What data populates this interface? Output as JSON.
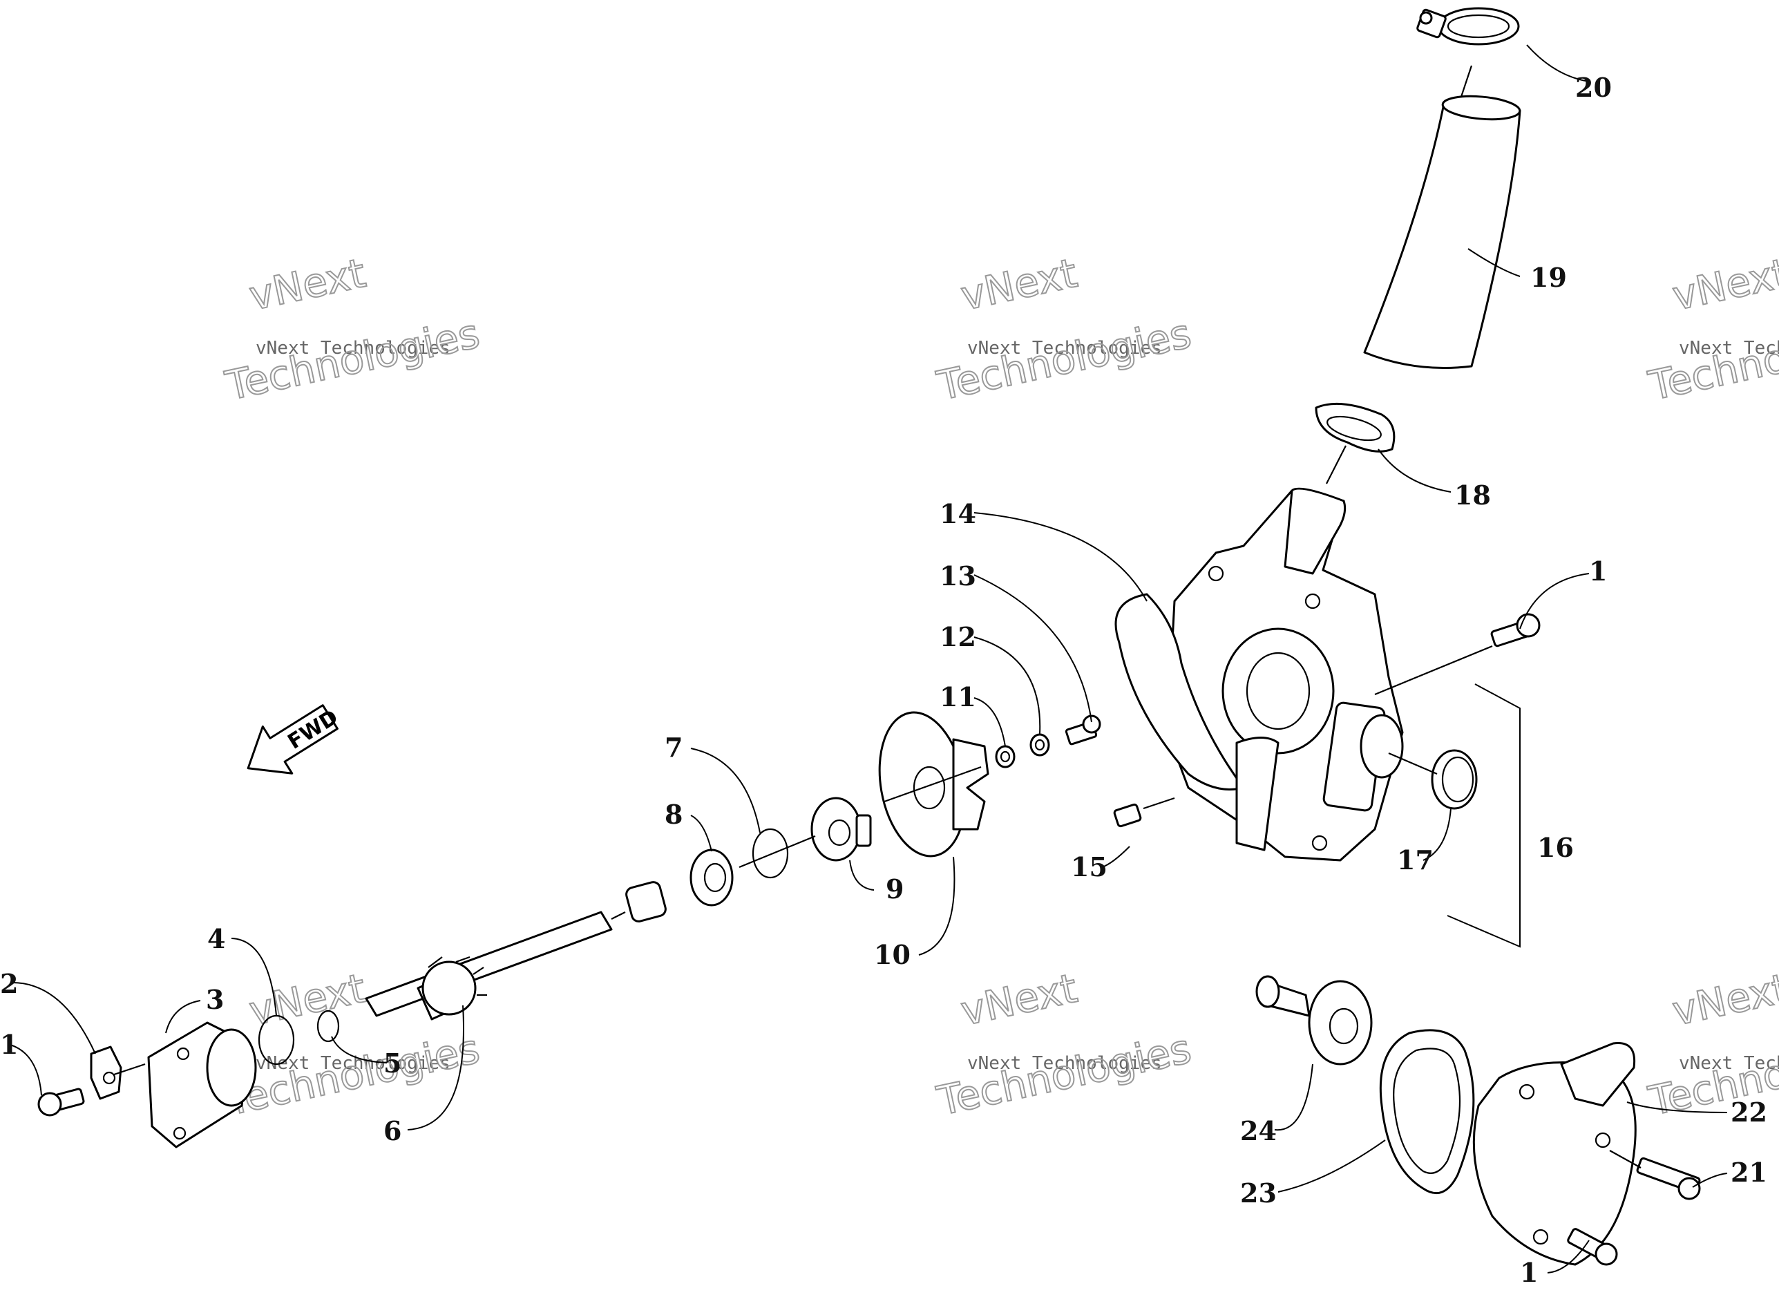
{
  "callouts": {
    "c1a": "1",
    "c1b": "1",
    "c1c": "1",
    "c2": "2",
    "c3": "3",
    "c4": "4",
    "c5": "5",
    "c6": "6",
    "c7": "7",
    "c8": "8",
    "c9": "9",
    "c10": "10",
    "c11": "11",
    "c12": "12",
    "c13": "13",
    "c14": "14",
    "c15": "15",
    "c16": "16",
    "c17": "17",
    "c18": "18",
    "c19": "19",
    "c20": "20",
    "c21": "21",
    "c22": "22",
    "c23": "23",
    "c24": "24"
  },
  "fwd_label": "FWD",
  "watermark": {
    "line1": "vNext",
    "line2": "vNext Technologies",
    "line3": "Technologies"
  }
}
